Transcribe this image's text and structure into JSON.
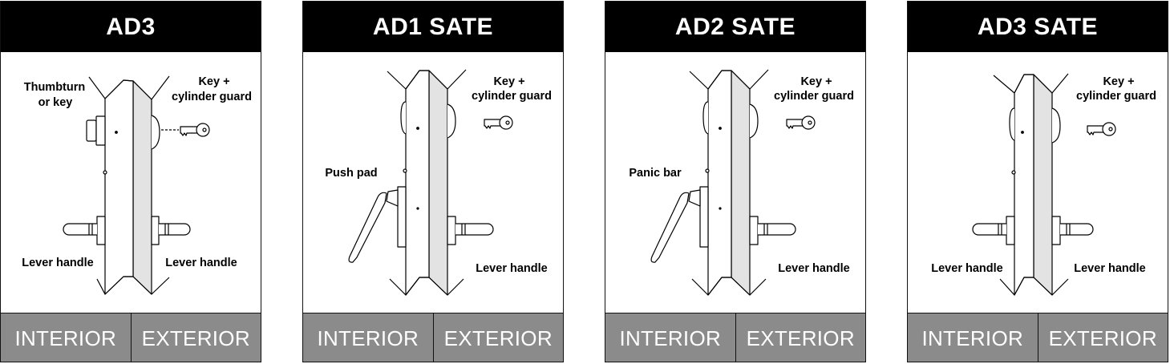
{
  "colors": {
    "header_bg": "#000000",
    "footer_bg": "#8b8b8b",
    "door_panel": "#e3e3e3"
  },
  "panels": [
    {
      "title": "AD3",
      "footer": {
        "interior": "INTERIOR",
        "exterior": "EXTERIOR"
      },
      "labels": {
        "inside_top_1": "Thumbturn",
        "inside_top_2": "or key",
        "outside_top_1": "Key +",
        "outside_top_2": "cylinder guard",
        "inside_bottom": "Lever handle",
        "outside_bottom": "Lever handle"
      }
    },
    {
      "title": "AD1 SATE",
      "footer": {
        "interior": "INTERIOR",
        "exterior": "EXTERIOR"
      },
      "labels": {
        "outside_top_1": "Key +",
        "outside_top_2": "cylinder guard",
        "inside_mid": "Push pad",
        "outside_bottom": "Lever handle"
      }
    },
    {
      "title": "AD2 SATE",
      "footer": {
        "interior": "INTERIOR",
        "exterior": "EXTERIOR"
      },
      "labels": {
        "outside_top_1": "Key +",
        "outside_top_2": "cylinder guard",
        "inside_mid": "Panic bar",
        "outside_bottom": "Lever handle"
      }
    },
    {
      "title": "AD3 SATE",
      "footer": {
        "interior": "INTERIOR",
        "exterior": "EXTERIOR"
      },
      "labels": {
        "outside_top_1": "Key +",
        "outside_top_2": "cylinder guard",
        "inside_bottom": "Lever handle",
        "outside_bottom": "Lever handle"
      }
    }
  ]
}
